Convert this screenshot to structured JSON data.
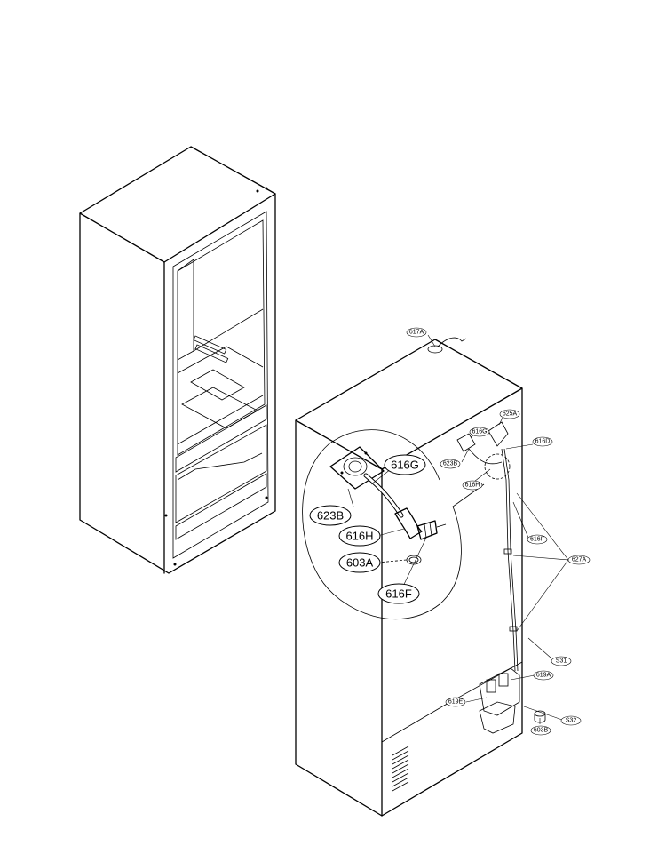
{
  "callouts": {
    "c617A": "617A",
    "c625A": "625A",
    "c616G_small": "616G",
    "c616D": "616D",
    "c623B_small": "623B",
    "c616H_small": "616H",
    "c616F_small": "616F",
    "c627A": "627A",
    "c531": "S31",
    "c619A": "619A",
    "c619E": "619E",
    "c532": "S32",
    "c603B": "603B",
    "c616G_big": "616G",
    "c623B_big": "623B",
    "c616H_big": "616H",
    "c603A_big": "603A",
    "c616F_big": "616F"
  }
}
